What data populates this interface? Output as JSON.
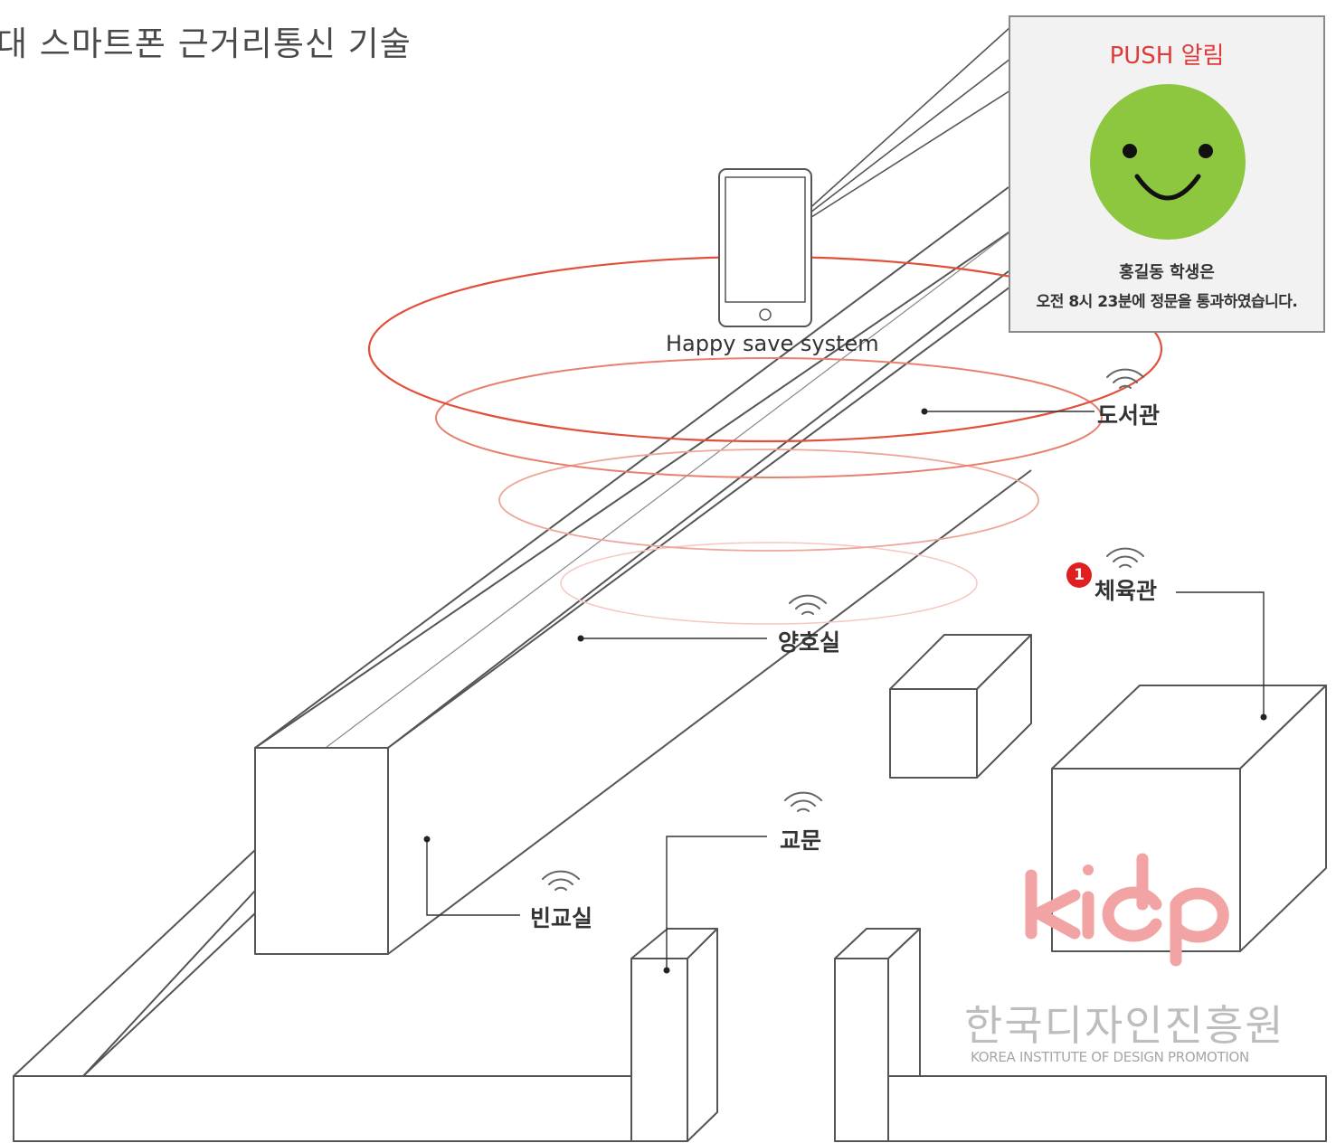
{
  "title": "대 스마트폰 근거리통신 기술",
  "push": {
    "title": "PUSH 알림",
    "message_line1": "홍길동 학생은",
    "message_line2": "오전 8시 23분에 정문을 통과하였습니다.",
    "face_color": "#8dc63f"
  },
  "device_label": "Happy save system",
  "locations": {
    "library": "도서관",
    "gym": "체육관",
    "gym_badge": "1",
    "nurse_room": "양호실",
    "school_gate": "교문",
    "empty_classroom": "빈교실"
  },
  "watermark": {
    "logo_text": "kidp",
    "korean_name": "한국디자인진흥원",
    "english_name": "KOREA INSTITUTE OF DESIGN PROMOTION"
  },
  "colors": {
    "signal_ring": "#e0503a",
    "accent": "#e03a3a",
    "logo": "#f2a3a3"
  }
}
